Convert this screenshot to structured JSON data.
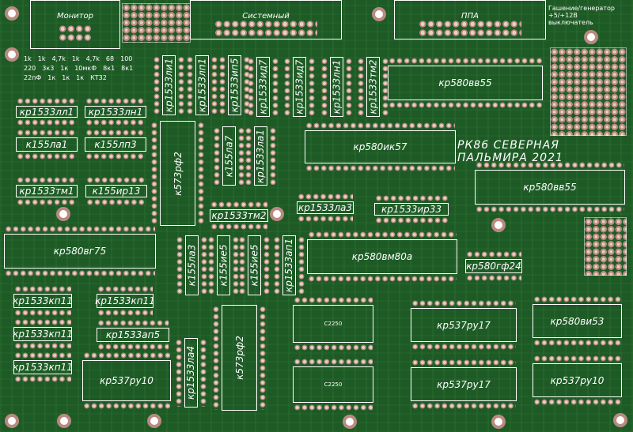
{
  "board_title": "РК86 СЕВЕРНАЯ ПАЛЬМИРА 2021",
  "connectors": [
    {
      "label": "Монитор"
    },
    {
      "label": "Системный"
    },
    {
      "label": "ППА"
    }
  ],
  "power_note": [
    "Гашение/генератор",
    "+5/+12В",
    "выключатель"
  ],
  "chips": [
    {
      "label": "кр1533лл1"
    },
    {
      "label": "кр1533лн1"
    },
    {
      "label": "к155ла1"
    },
    {
      "label": "к155лп3"
    },
    {
      "label": "кр1533тм1"
    },
    {
      "label": "к155ир13"
    },
    {
      "label": "кр580вг75"
    },
    {
      "label": "кр1533кп11"
    },
    {
      "label": "кр1533кп11"
    },
    {
      "label": "кр1533кп11"
    },
    {
      "label": "кр1533ап5"
    },
    {
      "label": "кр1533кп11"
    },
    {
      "label": "кр537ру10"
    },
    {
      "label": "кр1533ли1"
    },
    {
      "label": "кр1533лп1"
    },
    {
      "label": "кр1533ип5"
    },
    {
      "label": "кр1533ид7"
    },
    {
      "label": "кр1533ид7"
    },
    {
      "label": "кр1533лн1"
    },
    {
      "label": "кр1533тм2"
    },
    {
      "label": "к573рф2"
    },
    {
      "label": "к155ла7"
    },
    {
      "label": "кр1533ла1"
    },
    {
      "label": "кр580вв55"
    },
    {
      "label": "кр580ик57"
    },
    {
      "label": "кр580вв55"
    },
    {
      "label": "кр1533тм2"
    },
    {
      "label": "кр1533ла3"
    },
    {
      "label": "кр1533ир33"
    },
    {
      "label": "кр580вм80а"
    },
    {
      "label": "кр580гф24"
    },
    {
      "label": "к155ла3"
    },
    {
      "label": "к155ие5"
    },
    {
      "label": "к155ие5"
    },
    {
      "label": "кр1533ап1"
    },
    {
      "label": "кр1533ла4"
    },
    {
      "label": "к573рф2"
    },
    {
      "label": "кр537ру17"
    },
    {
      "label": "кр537ру17"
    },
    {
      "label": "кр580ви53"
    },
    {
      "label": "кр537ру10"
    },
    {
      "label": "С2250"
    },
    {
      "label": "С2250"
    }
  ],
  "component_values": [
    "1k",
    "1k",
    "4,7k",
    "1k",
    "4,7k",
    "68",
    "100",
    "220",
    "3к3",
    "1к",
    "10мкФ",
    "8к1",
    "8к1",
    "22пФ",
    "1к",
    "1к",
    "1к",
    "КТ32"
  ]
}
